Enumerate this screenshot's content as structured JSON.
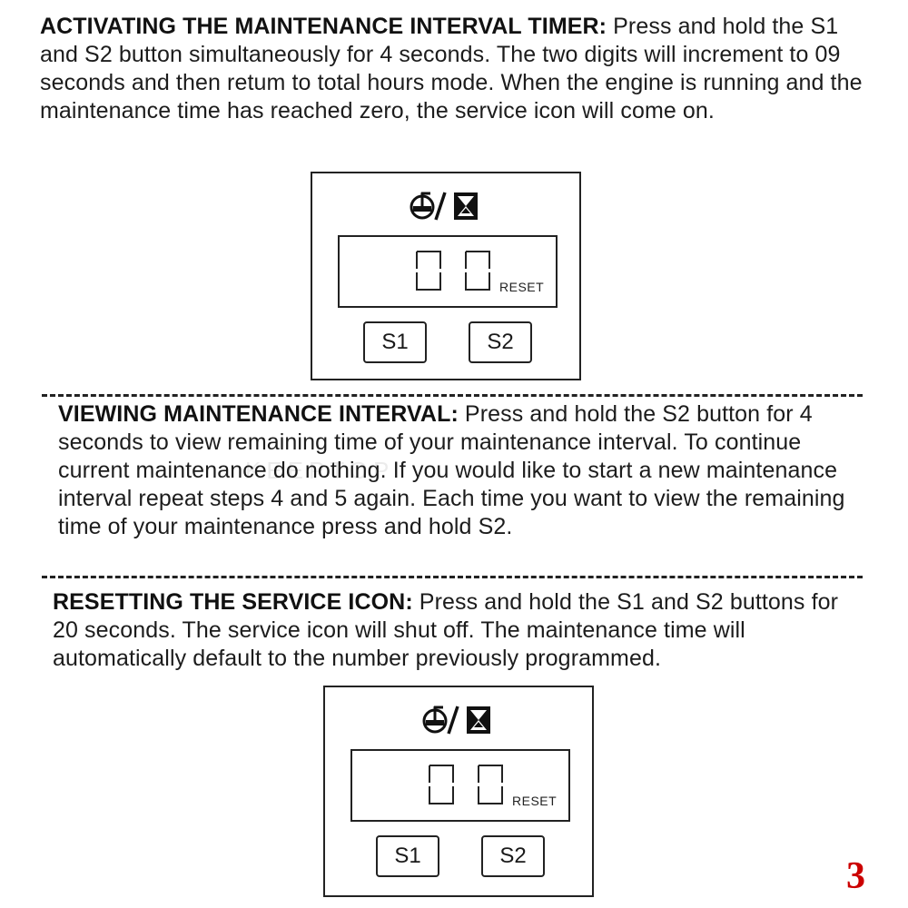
{
  "sections": {
    "activate": {
      "heading": "ACTIVATING THE MAINTENANCE INTERVAL TIMER",
      "sep": ":",
      "body": " Press and hold the S1 and S2 button simultaneously for 4 seconds. The two digits will increment to 09 seconds and then retum to total hours mode. When the engine is running and the maintenance time has reached zero, the service icon will come on."
    },
    "view": {
      "heading": "VIEWING MAINTENANCE INTERVAL",
      "sep": ":",
      "body": " Press and hold the S2 button for 4 seconds to view remaining time of your maintenance interval. To continue current maintenance do nothing. If you would like to start a new maintenance interval repeat steps 4 and 5 again. Each time you want to view the remaining time of your maintenance press and hold S2."
    },
    "reset": {
      "heading": "RESETTING THE SERVICE ICON",
      "sep": ":",
      "body": " Press and hold the S1 and S2 buttons for 20 seconds. The service icon will shut off. The maintenance time will automatically default to the number previously programmed."
    }
  },
  "display_panel": {
    "reset_label": "RESET",
    "button_s1": "S1",
    "button_s2": "S2",
    "icon": "service-hourglass-icon"
  },
  "watermark": "KEEPTOP",
  "page_number": "3",
  "colors": {
    "text": "#1c1c1c",
    "page_number": "#cc0000"
  }
}
